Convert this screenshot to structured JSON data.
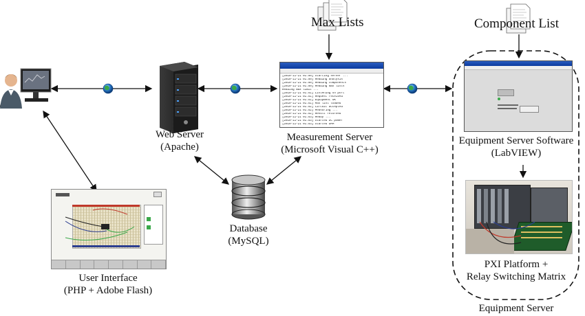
{
  "diagram": {
    "nodes": {
      "user_interface": {
        "line1": "User Interface",
        "line2": "(PHP + Adobe Flash)"
      },
      "web_server": {
        "line1": "Web Server",
        "line2": "(Apache)"
      },
      "measurement_server": {
        "line1": "Measurement Server",
        "line2": "(Microsoft Visual C++)"
      },
      "database": {
        "line1": "Database",
        "line2": "(MySQL)"
      },
      "max_lists": {
        "label": "Max Lists"
      },
      "component_list": {
        "label": "Component List"
      },
      "equipment_server_software": {
        "line1": "Equipment Server Software",
        "line2": "(LabVIEW)"
      },
      "pxi_platform": {
        "line1": "PXI Platform +",
        "line2": "Relay Switching Matrix"
      },
      "equipment_server": {
        "label": "Equipment Server"
      }
    },
    "colors": {
      "arrow": "#111111",
      "globe_blue": "#2d7fd0",
      "globe_green": "#3aa84a",
      "server_dark": "#1a1a1a",
      "window_titlebar": "#0b3a9e",
      "dashed_border": "#111111"
    },
    "icons": [
      "user-at-computer-icon",
      "server-tower-icon",
      "globe-icon",
      "database-cylinder-icon",
      "document-stack-icon",
      "console-window-icon",
      "labview-window-icon",
      "pxi-hardware-photo",
      "breadboard-ui-screenshot"
    ]
  }
}
